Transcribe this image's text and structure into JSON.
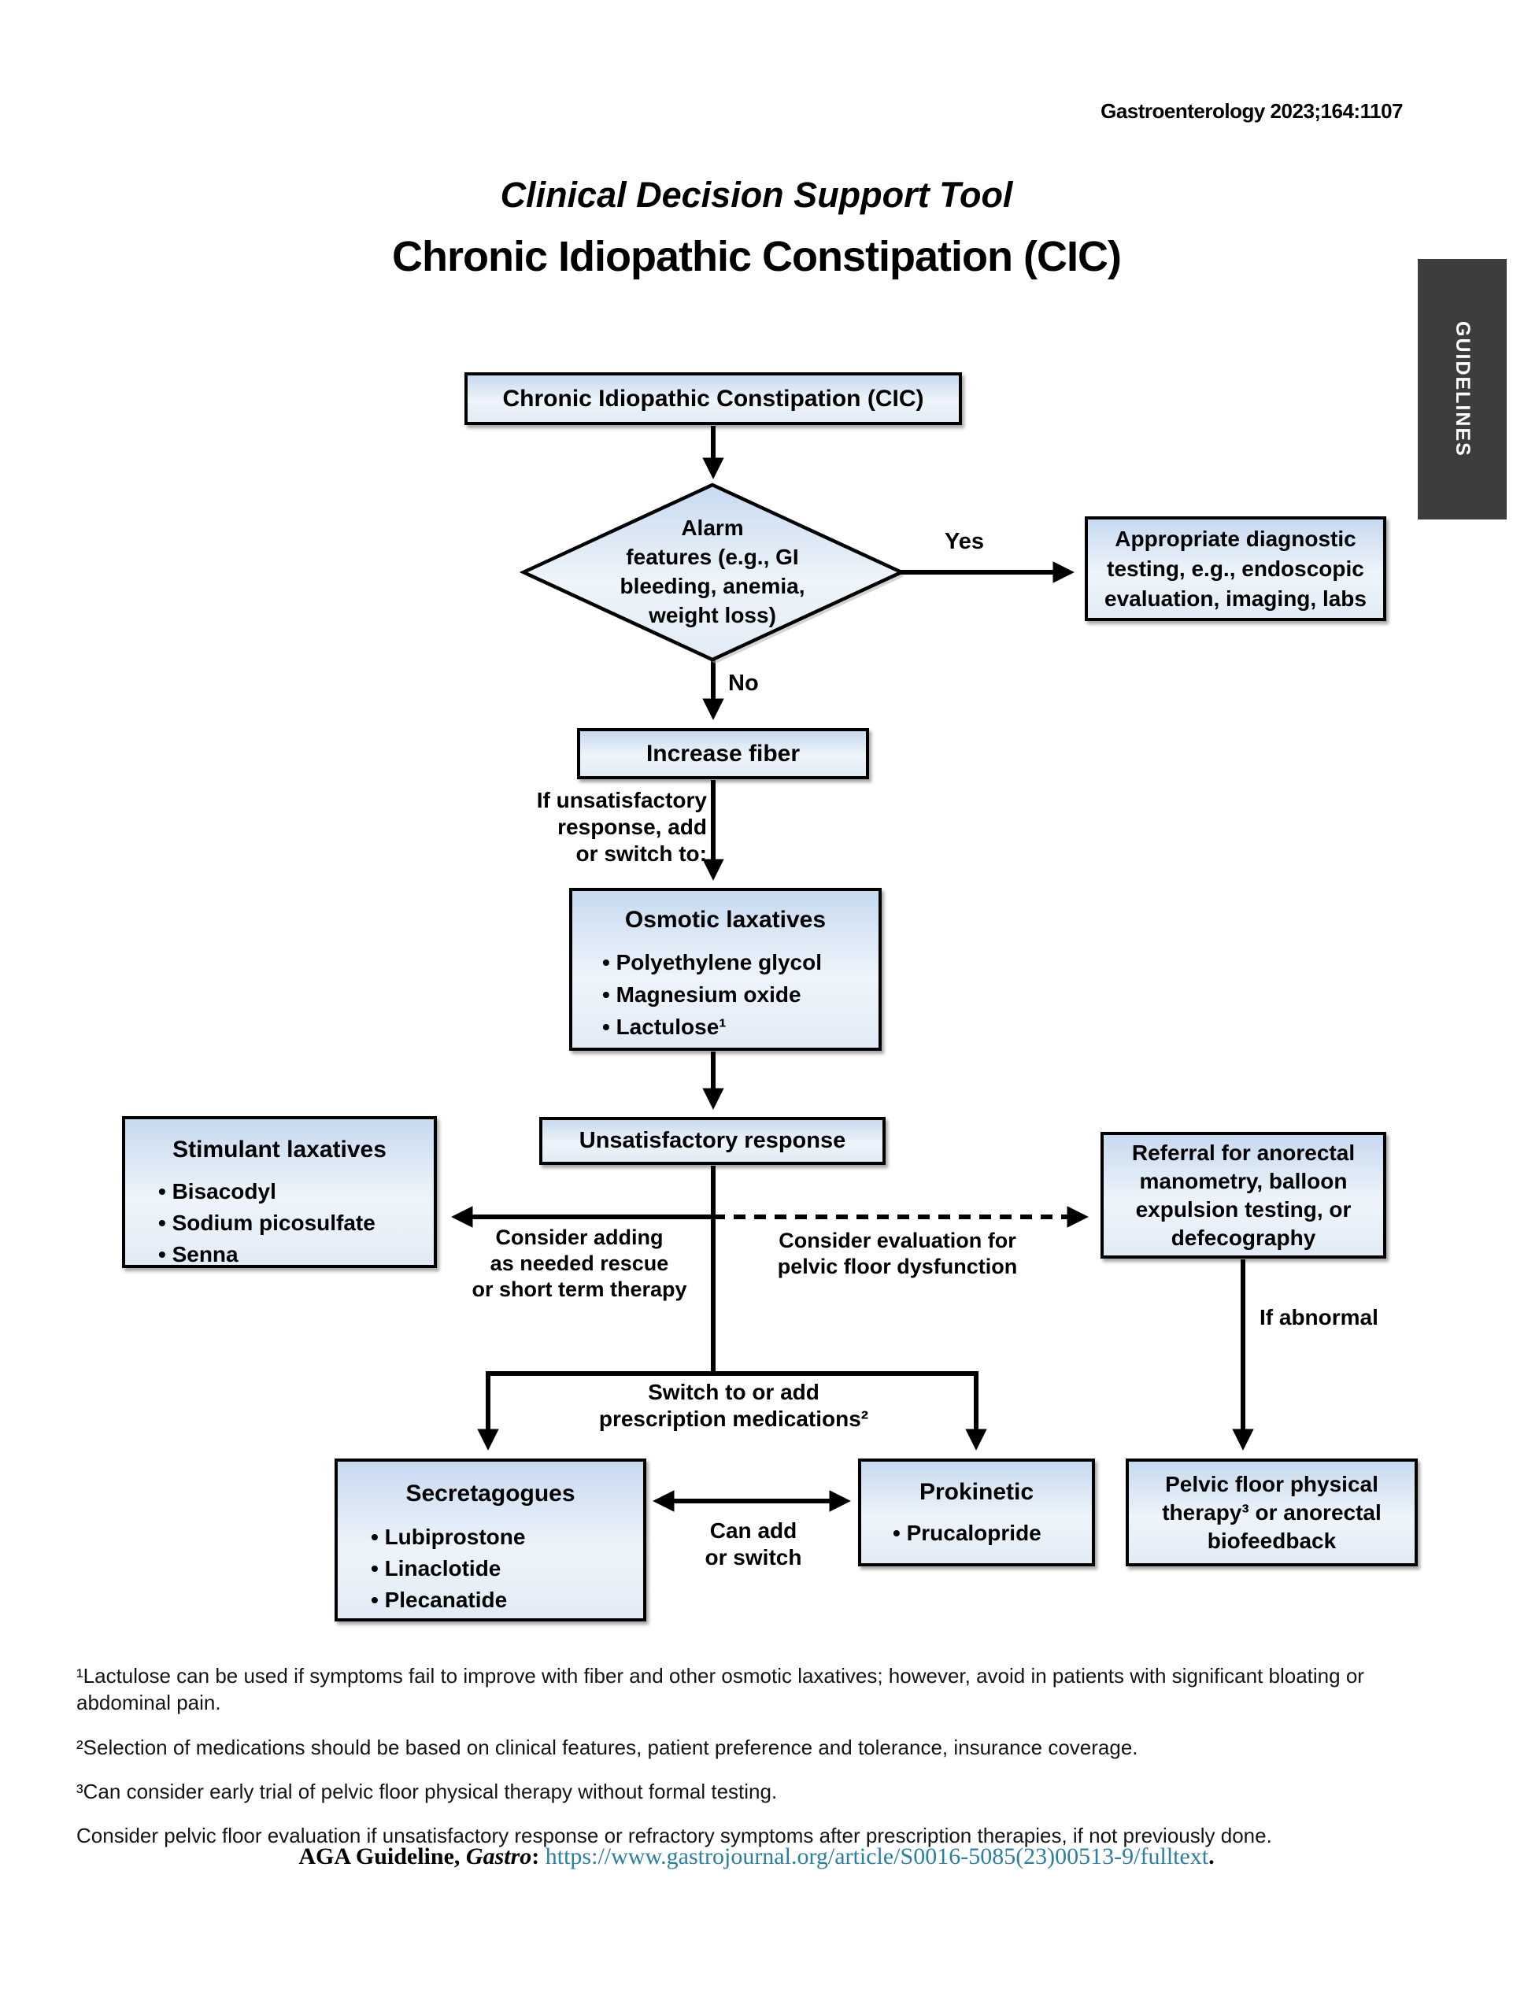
{
  "header": {
    "journal_ref": "Gastroenterology 2023;164:1107",
    "side_tab": "GUIDELINES"
  },
  "titles": {
    "subtitle": "Clinical Decision Support Tool",
    "title": "Chronic Idiopathic Constipation (CIC)"
  },
  "nodes": {
    "cic": {
      "title": "Chronic Idiopathic Constipation (CIC)"
    },
    "alarm": {
      "lines": [
        "Alarm",
        "features (e.g., GI",
        "bleeding, anemia,",
        "weight loss)"
      ]
    },
    "diagnostic": {
      "lines": [
        "Appropriate diagnostic",
        "testing, e.g., endoscopic",
        "evaluation, imaging, labs"
      ]
    },
    "fiber": {
      "title": "Increase fiber"
    },
    "osmotic": {
      "title": "Osmotic laxatives",
      "items": [
        "• Polyethylene glycol",
        "• Magnesium oxide",
        "• Lactulose¹"
      ]
    },
    "unsatisfactory": {
      "title": "Unsatisfactory response"
    },
    "stimulant": {
      "title": "Stimulant laxatives",
      "items": [
        "• Bisacodyl",
        "• Sodium picosulfate",
        "• Senna"
      ]
    },
    "referral": {
      "lines": [
        "Referral for anorectal",
        "manometry, balloon",
        "expulsion testing, or",
        "defecography"
      ]
    },
    "secretagogues": {
      "title": "Secretagogues",
      "items": [
        "• Lubiprostone",
        "• Linaclotide",
        "• Plecanatide"
      ]
    },
    "prokinetic": {
      "title": "Prokinetic",
      "items": [
        "• Prucalopride"
      ]
    },
    "pelvic": {
      "lines": [
        "Pelvic floor physical",
        "therapy³ or anorectal",
        "biofeedback"
      ]
    }
  },
  "edge_labels": {
    "yes": "Yes",
    "no": "No",
    "if_unsatisfactory": [
      "If unsatisfactory",
      "response, add",
      "or switch to:"
    ],
    "consider_adding": [
      "Consider adding",
      "as needed rescue",
      "or short term therapy"
    ],
    "consider_evaluation": [
      "Consider evaluation for",
      "pelvic floor dysfunction"
    ],
    "switch_to": [
      "Switch to or add",
      "prescription medications²"
    ],
    "if_abnormal": "If abnormal",
    "can_add": [
      "Can add",
      "or switch"
    ]
  },
  "footnotes": [
    "¹Lactulose can be used if symptoms fail to improve with fiber and other osmotic laxatives; however, avoid in patients with significant bloating or abdominal pain.",
    "²Selection of medications should be based on clinical features, patient preference and tolerance, insurance coverage.",
    "³Can consider early trial of pelvic floor physical therapy without formal testing.",
    "Consider pelvic floor evaluation if unsatisfactory response or refractory symptoms after prescription therapies, if not previously done."
  ],
  "footer": {
    "label_bold": "AGA Guideline, ",
    "label_italic": "Gastro",
    "separator": ": ",
    "link": "https://www.gastrojournal.org/article/S0016-5085(23)00513-9/fulltext",
    "period": "."
  },
  "colors": {
    "box_border": "#000000",
    "box_fill_top": "#c7daf0",
    "box_fill_bottom": "#e2ebf6",
    "tab_bg": "#3d3d3d",
    "link": "#2b7fa3"
  }
}
